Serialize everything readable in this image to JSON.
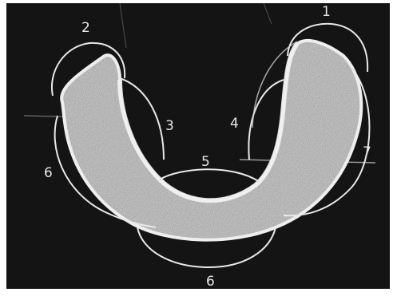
{
  "diagram": {
    "labels": {
      "one": "1",
      "two": "2",
      "three": "3",
      "four": "4",
      "five": "5",
      "six_left": "6",
      "six_bottom": "6",
      "seven": "7"
    },
    "colors": {
      "board": "#141414",
      "chalk": "#e8e8e8",
      "chalk_fill": "#9a9a9a",
      "frame": "#ffffff"
    }
  }
}
